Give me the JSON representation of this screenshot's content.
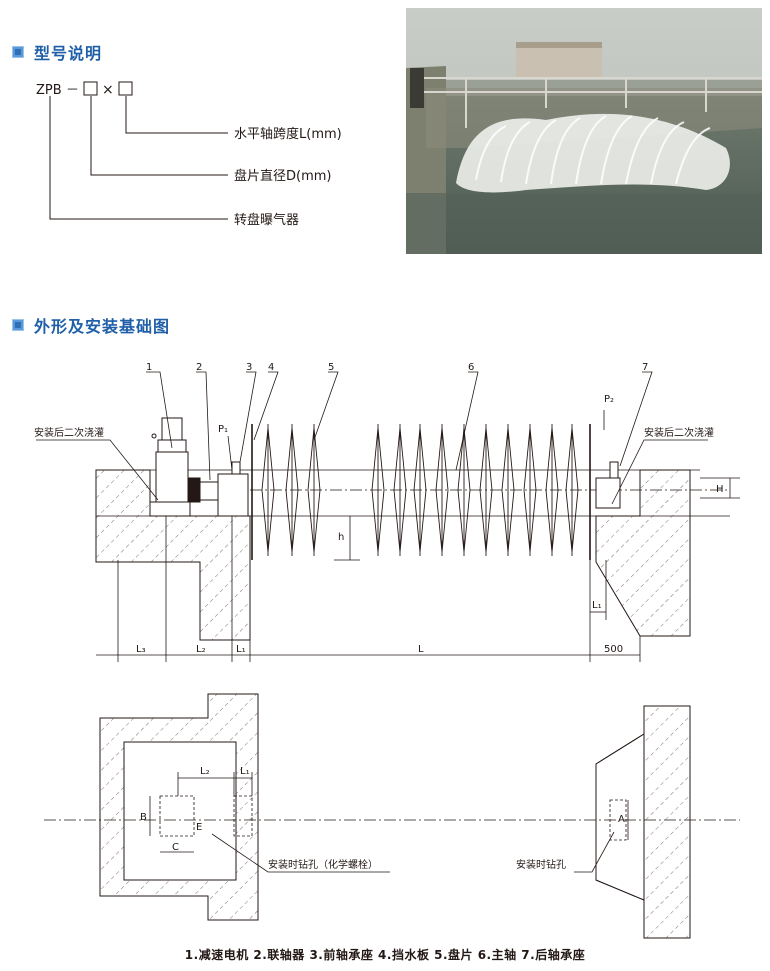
{
  "section1": {
    "title": "型号说明"
  },
  "model": {
    "prefix": "ZPB",
    "dash": "－",
    "times": "×",
    "label_L": "水平轴跨度L(mm)",
    "label_D": "盘片直径D(mm)",
    "label_type": "转盘曝气器"
  },
  "section2": {
    "title": "外形及安装基础图"
  },
  "callouts": [
    "1",
    "2",
    "3",
    "4",
    "5",
    "6",
    "7"
  ],
  "drawing": {
    "grout_left": "安装后二次浇灌",
    "grout_right": "安装后二次浇灌",
    "p1": "P₁",
    "p2": "P₂",
    "h_upper": "H",
    "h_lower": "h",
    "dims": {
      "l3": "L₃",
      "l2": "L₂",
      "l1": "L₁",
      "l": "L",
      "l1_right": "L₁",
      "d500": "500"
    },
    "plan": {
      "l2": "L₂",
      "l1": "L₁",
      "b": "B",
      "e": "E",
      "c": "C",
      "a": "A",
      "drill_left": "安装时钻孔（化学螺栓）",
      "drill_right": "安装时钻孔"
    }
  },
  "legend": "1.减速电机   2.联轴器   3.前轴承座   4.挡水板   5.盘片   6.主轴   7.后轴承座"
}
